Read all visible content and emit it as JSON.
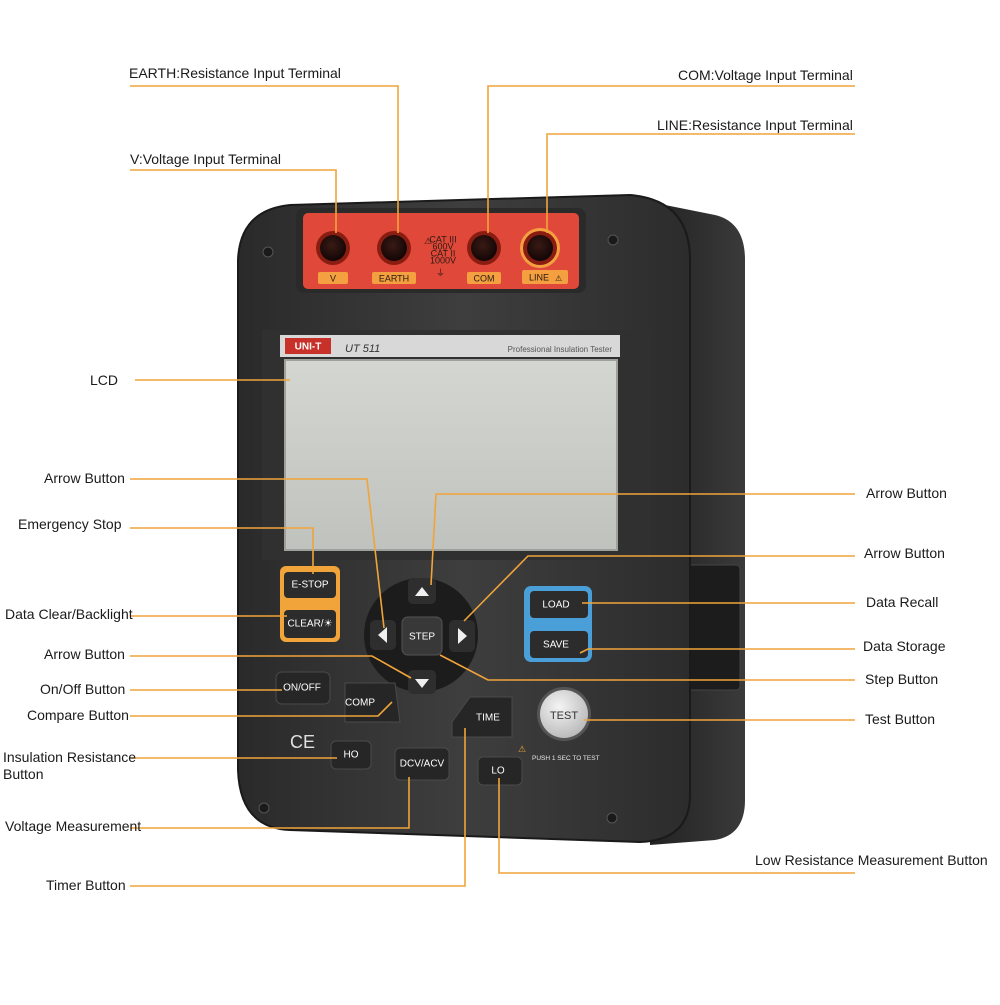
{
  "device": {
    "brand": "UNI-T",
    "model": "UT 511",
    "subtitle": "Professional Insulation Tester",
    "terminals": [
      "V",
      "EARTH",
      "COM",
      "LINE"
    ],
    "rating_text": [
      "CAT III",
      "600V",
      "CAT II",
      "1000V"
    ],
    "buttons": {
      "estop": "E-STOP",
      "clear": "CLEAR/☀",
      "step": "STEP",
      "load": "LOAD",
      "save": "SAVE",
      "onoff": "ON/OFF",
      "comp": "COMP",
      "time": "TIME",
      "test": "TEST",
      "ho": "HO",
      "dcvacv": "DCV/ACV",
      "lo": "LO"
    },
    "test_hint": "PUSH 1 SEC TO TEST",
    "ce_mark": "CE"
  },
  "callouts": {
    "earth": "EARTH:Resistance Input Terminal",
    "v": "V:Voltage Input Terminal",
    "com": "COM:Voltage Input Terminal",
    "line": "LINE:Resistance Input Terminal",
    "lcd": "LCD",
    "arrow_left_top": "Arrow Button",
    "emergency_stop": "Emergency Stop",
    "data_clear": "Data Clear/Backlight",
    "arrow_left_bottom": "Arrow Button",
    "onoff": "On/Off Button",
    "compare": "Compare Button",
    "insulation": "Insulation Resistance Button",
    "voltage": "Voltage Measurement",
    "timer": "Timer Button",
    "arrow_right_top": "Arrow Button",
    "arrow_right_mid": "Arrow Button",
    "data_recall": "Data Recall",
    "data_storage": "Data Storage",
    "step": "Step Button",
    "test": "Test Button",
    "low_resistance": "Low Resistance Measurement Button"
  },
  "colors": {
    "leader": "#f0a43a",
    "body": "#3a3a3a",
    "terminal_panel": "#e0483a",
    "estop_frame": "#f0a43a",
    "load_frame": "#4a9fd8",
    "lcd": "#c8cac6"
  }
}
